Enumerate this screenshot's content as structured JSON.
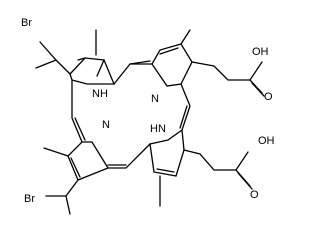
{
  "figure": {
    "type": "chemical-structure"
  },
  "labels": {
    "br1": "Br",
    "br2": "Br",
    "nh_top": "NH",
    "n_top": "N",
    "n_bottom": "N",
    "hn_bottom": "HN",
    "oh1": "OH",
    "oh2": "OH",
    "o1": "O",
    "o2": "O"
  }
}
